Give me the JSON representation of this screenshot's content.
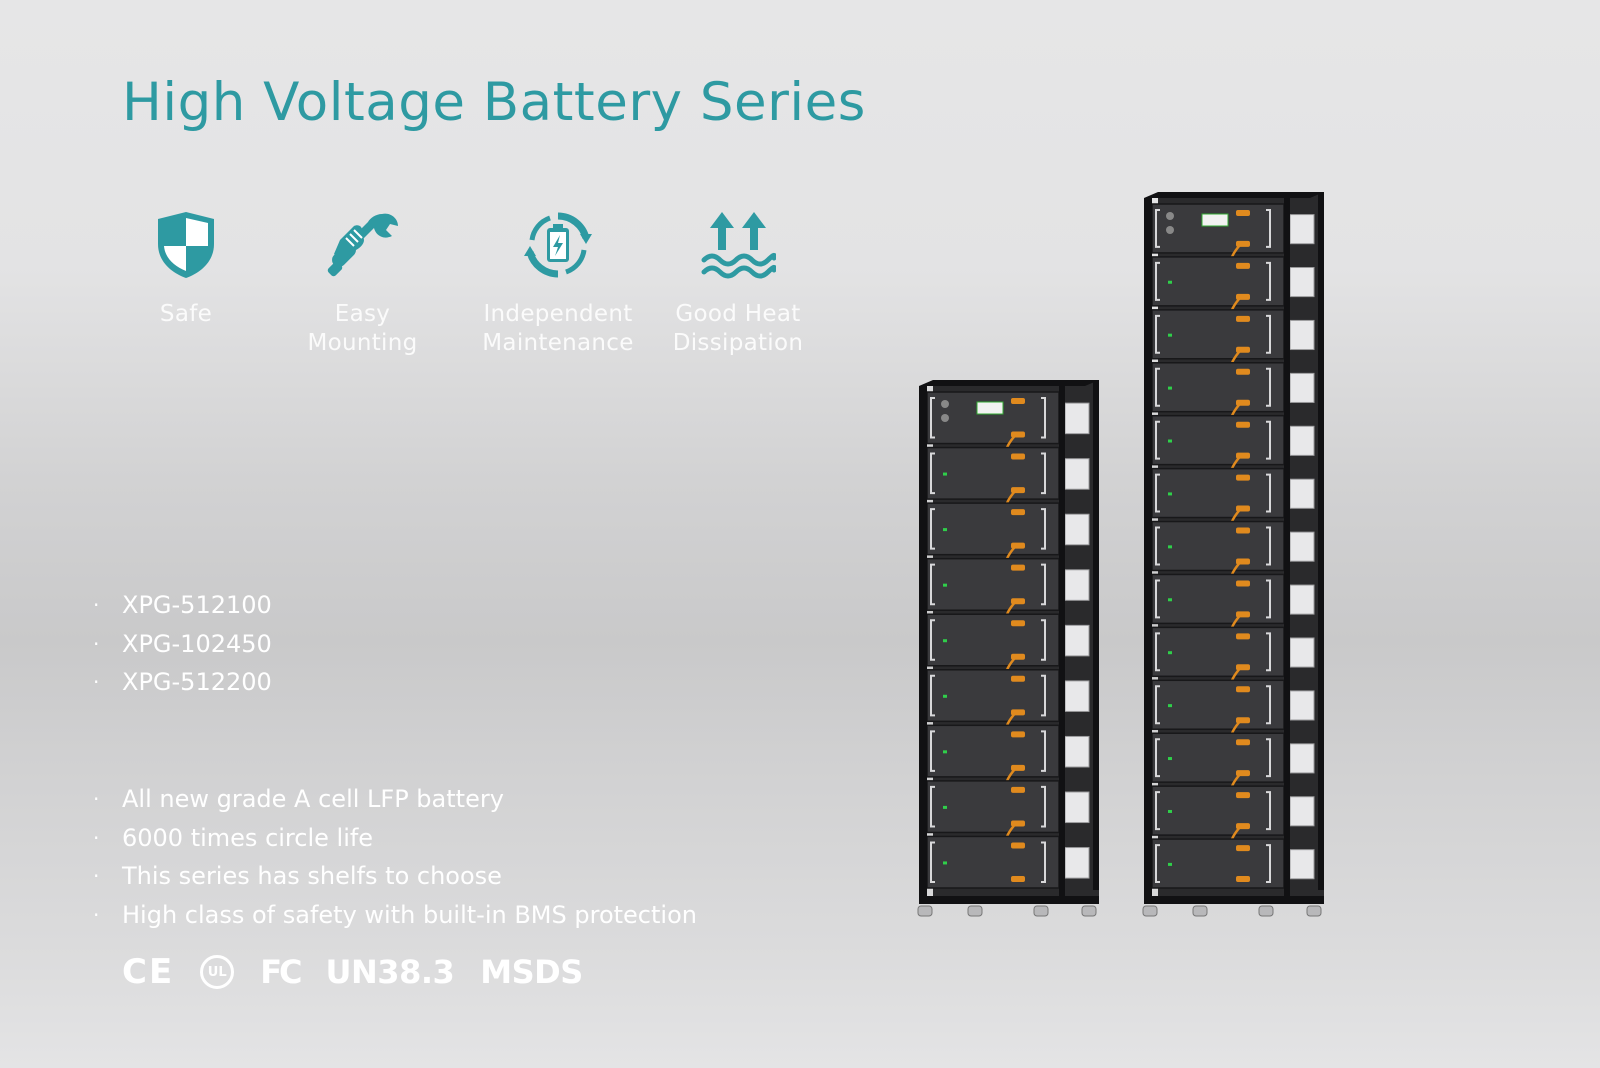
{
  "title": "High Voltage Battery Series",
  "features": [
    {
      "label": "Safe",
      "icon": "shield-icon"
    },
    {
      "label": "Easy\nMounting",
      "icon": "wrench-hand-icon"
    },
    {
      "label": "Independent\nMaintenance",
      "icon": "battery-cycle-icon"
    },
    {
      "label": "Good Heat\nDissipation",
      "icon": "heat-dissipation-icon"
    }
  ],
  "models": [
    "XPG-512100",
    "XPG-102450",
    "XPG-512200"
  ],
  "highlights": [
    "All new grade A cell LFP battery",
    "6000 times circle life",
    "This series has shelfs to choose",
    "High class of safety with built-in BMS protection"
  ],
  "certifications": {
    "ce": "CE",
    "ul": "UL",
    "fcc": "FC",
    "un": "UN38.3",
    "msds": "MSDS"
  },
  "colors": {
    "accent": "#2e9aa2",
    "text": "#ffffff",
    "rack": "#1e1e20",
    "cable": "#e08a1e"
  },
  "racks": [
    {
      "name": "short",
      "battery_modules": 8
    },
    {
      "name": "tall",
      "battery_modules": 12
    }
  ]
}
